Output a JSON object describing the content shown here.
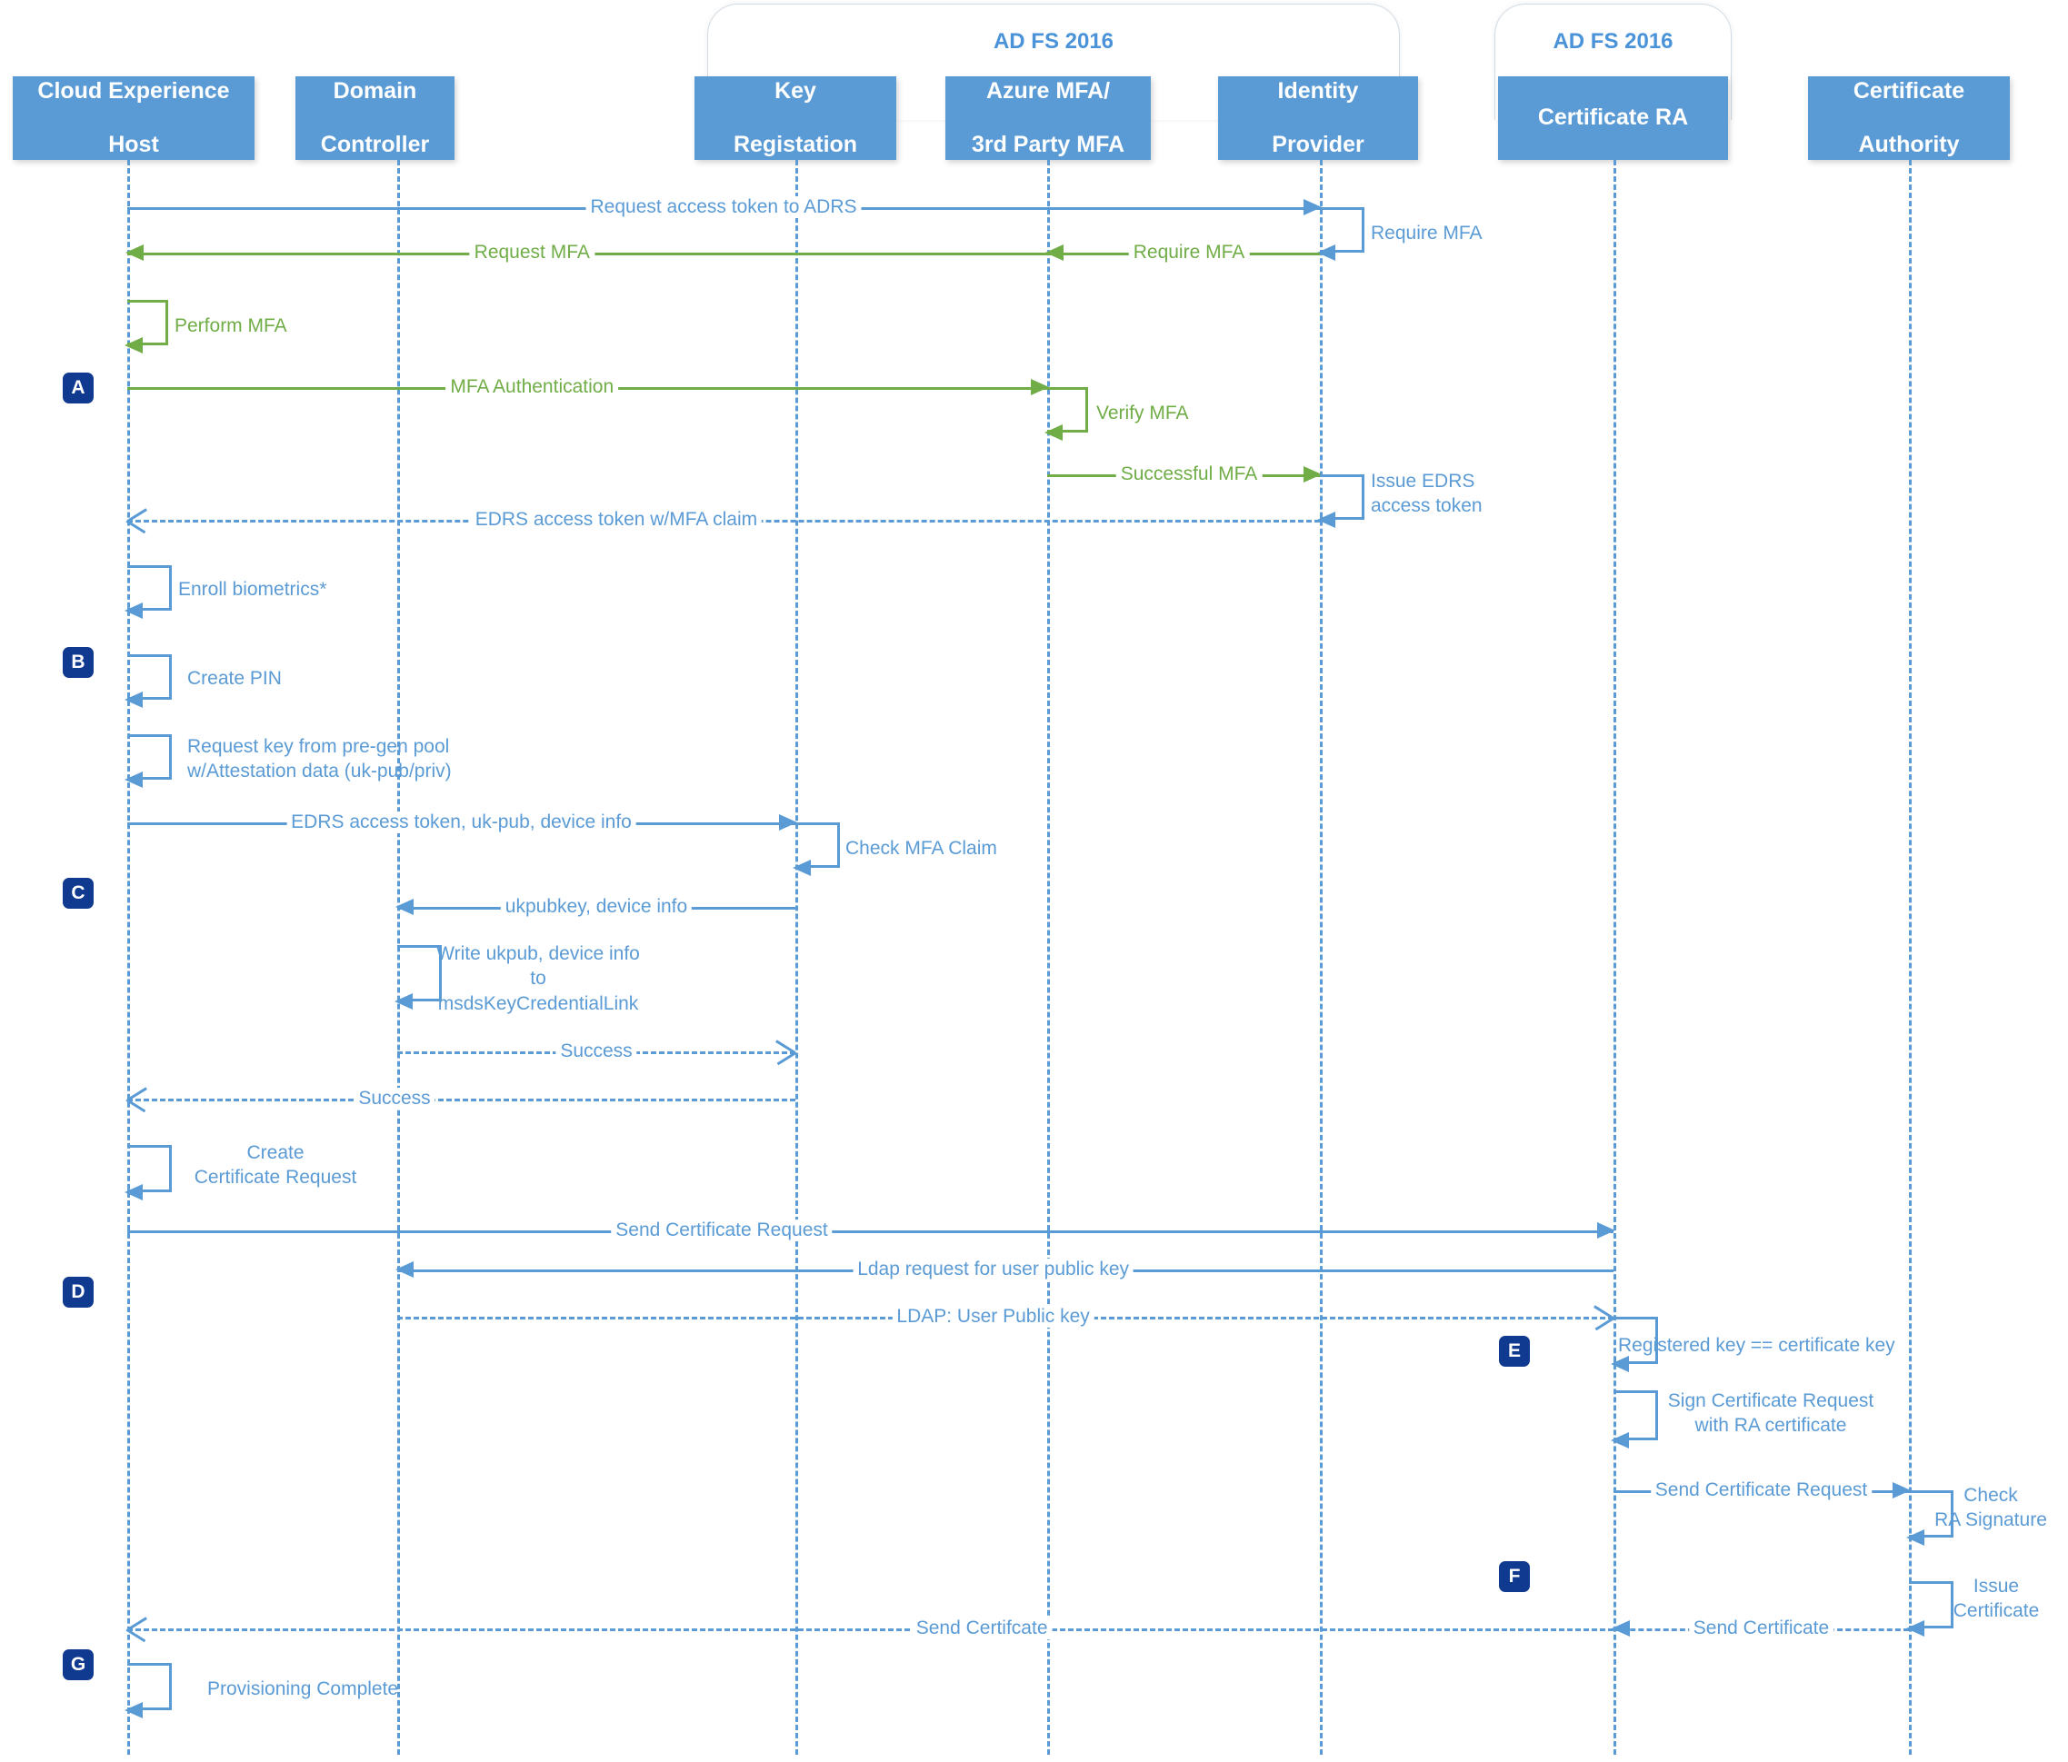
{
  "diagram": {
    "title": "Windows Hello for Business certificate trust provisioning sequence",
    "colors": {
      "participant_fill": "#5b9bd5",
      "participant_text": "#ffffff",
      "message_blue": "#5b9bd5",
      "message_green": "#70ad47",
      "badge_navy": "#103a8f",
      "group_label": "#4a93d9",
      "background": "#ffffff"
    }
  },
  "groups": [
    {
      "label": "AD FS 2016",
      "covers": [
        "key-registration",
        "azure-mfa",
        "identity-provider"
      ]
    },
    {
      "label": "AD FS 2016",
      "covers": [
        "certificate-ra"
      ]
    }
  ],
  "participants": [
    {
      "id": "cloud-experience-host",
      "line1": "Cloud Experience",
      "line2": "Host"
    },
    {
      "id": "domain-controller",
      "line1": "Domain",
      "line2": "Controller"
    },
    {
      "id": "key-registration",
      "line1": "Key",
      "line2": "Registation"
    },
    {
      "id": "azure-mfa",
      "line1": "Azure MFA/",
      "line2": "3rd Party MFA"
    },
    {
      "id": "identity-provider",
      "line1": "Identity",
      "line2": "Provider"
    },
    {
      "id": "certificate-ra",
      "line1": "Certificate RA",
      "line2": ""
    },
    {
      "id": "certificate-authority",
      "line1": "Certificate",
      "line2": "Authority"
    }
  ],
  "sections": [
    {
      "letter": "A"
    },
    {
      "letter": "B"
    },
    {
      "letter": "C"
    },
    {
      "letter": "D"
    },
    {
      "letter": "E"
    },
    {
      "letter": "F"
    },
    {
      "letter": "G"
    }
  ],
  "messages": [
    {
      "id": "m01",
      "label": "Request access token to ADRS",
      "from": "cloud-experience-host",
      "to": "identity-provider",
      "style": "solid",
      "color": "blue"
    },
    {
      "id": "m02",
      "label": "Require MFA",
      "from": "identity-provider",
      "to": "identity-provider",
      "style": "self",
      "color": "blue"
    },
    {
      "id": "m03",
      "label": "Require MFA",
      "from": "identity-provider",
      "to": "azure-mfa",
      "style": "solid",
      "color": "green"
    },
    {
      "id": "m04",
      "label": "Request MFA",
      "from": "azure-mfa",
      "to": "cloud-experience-host",
      "style": "solid",
      "color": "green"
    },
    {
      "id": "m05",
      "label": "Perform MFA",
      "from": "cloud-experience-host",
      "to": "cloud-experience-host",
      "style": "self",
      "color": "green"
    },
    {
      "id": "m06",
      "label": "MFA Authentication",
      "from": "cloud-experience-host",
      "to": "azure-mfa",
      "style": "solid",
      "color": "green"
    },
    {
      "id": "m07",
      "label": "Verify MFA",
      "from": "azure-mfa",
      "to": "azure-mfa",
      "style": "self",
      "color": "green"
    },
    {
      "id": "m08",
      "label": "Successful MFA",
      "from": "azure-mfa",
      "to": "identity-provider",
      "style": "solid",
      "color": "green"
    },
    {
      "id": "m09",
      "label": "Issue EDRS\naccess token",
      "from": "identity-provider",
      "to": "identity-provider",
      "style": "self",
      "color": "blue"
    },
    {
      "id": "m10",
      "label": "EDRS access token w/MFA claim",
      "from": "identity-provider",
      "to": "cloud-experience-host",
      "style": "dash",
      "color": "blue"
    },
    {
      "id": "m11",
      "label": "Enroll biometrics*",
      "from": "cloud-experience-host",
      "to": "cloud-experience-host",
      "style": "self",
      "color": "blue"
    },
    {
      "id": "m12",
      "label": "Create PIN",
      "from": "cloud-experience-host",
      "to": "cloud-experience-host",
      "style": "self",
      "color": "blue"
    },
    {
      "id": "m13",
      "label": "Request key from pre-gen pool\nw/Attestation data (uk-pub/priv)",
      "from": "cloud-experience-host",
      "to": "cloud-experience-host",
      "style": "self",
      "color": "blue"
    },
    {
      "id": "m14",
      "label": "EDRS access token, uk-pub, device info",
      "from": "cloud-experience-host",
      "to": "key-registration",
      "style": "solid",
      "color": "blue"
    },
    {
      "id": "m15",
      "label": "Check MFA Claim",
      "from": "key-registration",
      "to": "key-registration",
      "style": "self",
      "color": "blue"
    },
    {
      "id": "m16",
      "label": "ukpubkey, device info",
      "from": "key-registration",
      "to": "domain-controller",
      "style": "solid",
      "color": "blue"
    },
    {
      "id": "m17",
      "label": "Write ukpub, device info\nto\nmsdsKeyCredentialLink",
      "from": "domain-controller",
      "to": "domain-controller",
      "style": "self",
      "color": "blue"
    },
    {
      "id": "m18",
      "label": "Success",
      "from": "domain-controller",
      "to": "key-registration",
      "style": "dash",
      "color": "blue"
    },
    {
      "id": "m19",
      "label": "Success",
      "from": "key-registration",
      "to": "cloud-experience-host",
      "style": "dash",
      "color": "blue"
    },
    {
      "id": "m20",
      "label": "Create\nCertificate Request",
      "from": "cloud-experience-host",
      "to": "cloud-experience-host",
      "style": "self",
      "color": "blue"
    },
    {
      "id": "m21",
      "label": "Send Certificate Request",
      "from": "cloud-experience-host",
      "to": "certificate-ra",
      "style": "solid",
      "color": "blue"
    },
    {
      "id": "m22",
      "label": "Ldap request for user public key",
      "from": "certificate-ra",
      "to": "domain-controller",
      "style": "solid",
      "color": "blue"
    },
    {
      "id": "m23",
      "label": "LDAP: User Public key",
      "from": "domain-controller",
      "to": "certificate-ra",
      "style": "dash",
      "color": "blue"
    },
    {
      "id": "m24",
      "label": "Registered key == certificate key",
      "from": "certificate-ra",
      "to": "certificate-ra",
      "style": "self",
      "color": "blue"
    },
    {
      "id": "m25",
      "label": "Sign Certificate Request\nwith RA certificate",
      "from": "certificate-ra",
      "to": "certificate-ra",
      "style": "self",
      "color": "blue"
    },
    {
      "id": "m26",
      "label": "Send Certificate Request",
      "from": "certificate-ra",
      "to": "certificate-authority",
      "style": "solid",
      "color": "blue"
    },
    {
      "id": "m27",
      "label": "Check\nRA Signature",
      "from": "certificate-authority",
      "to": "certificate-authority",
      "style": "self",
      "color": "blue"
    },
    {
      "id": "m28",
      "label": "Issue\nCertificate",
      "from": "certificate-authority",
      "to": "certificate-authority",
      "style": "self",
      "color": "blue"
    },
    {
      "id": "m29",
      "label": "Send Certificate",
      "from": "certificate-authority",
      "to": "certificate-ra",
      "style": "dash",
      "color": "blue"
    },
    {
      "id": "m30",
      "label": "Send Certifcate",
      "from": "certificate-ra",
      "to": "cloud-experience-host",
      "style": "dash",
      "color": "blue"
    },
    {
      "id": "m31",
      "label": "Provisioning Complete",
      "from": "cloud-experience-host",
      "to": "cloud-experience-host",
      "style": "self",
      "color": "blue"
    }
  ],
  "labels": {
    "m01": "Request access token to ADRS",
    "m02": "Require MFA",
    "m03": "Require MFA",
    "m04": "Request MFA",
    "m05": "Perform MFA",
    "m06": "MFA Authentication",
    "m07": "Verify MFA",
    "m08": "Successful MFA",
    "m09a": "Issue EDRS",
    "m09b": "access token",
    "m10": "EDRS access token w/MFA claim",
    "m11": "Enroll biometrics*",
    "m12": "Create PIN",
    "m13a": "Request key from pre-gen pool",
    "m13b": "w/Attestation data (uk-pub/priv)",
    "m14": "EDRS access token, uk-pub, device info",
    "m15": "Check MFA Claim",
    "m16": "ukpubkey, device info",
    "m17a": "Write ukpub, device info",
    "m17b": "to",
    "m17c": "msdsKeyCredentialLink",
    "m18": "Success",
    "m19": "Success",
    "m20a": "Create",
    "m20b": "Certificate Request",
    "m21": "Send Certificate Request",
    "m22": "Ldap request for user public key",
    "m23": "LDAP: User Public key",
    "m24": "Registered key == certificate key",
    "m25a": "Sign Certificate Request",
    "m25b": "with RA certificate",
    "m26": "Send Certificate Request",
    "m27a": "Check",
    "m27b": "RA Signature",
    "m28a": "Issue",
    "m28b": "Certificate",
    "m29": "Send Certificate",
    "m30": "Send Certifcate",
    "m31": "Provisioning Complete"
  }
}
